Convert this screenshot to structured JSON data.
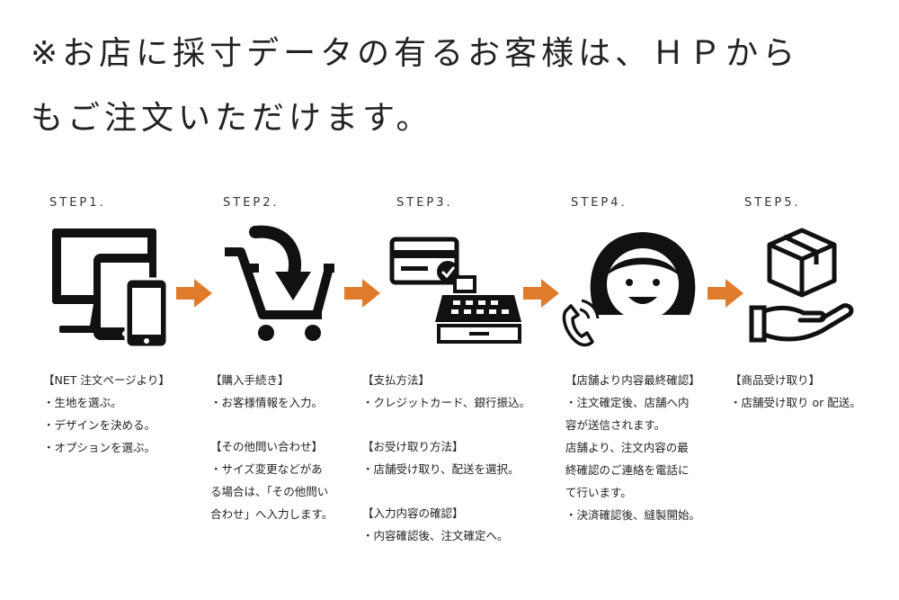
{
  "headline": {
    "line1": "※お店に採寸データの有るお客様は、ＨＰから",
    "line2": "もご注文いただけます。"
  },
  "accent_color": "#e07b2c",
  "steps": [
    {
      "label": "STEP1.",
      "icon": "devices-icon",
      "groups": [
        {
          "lines": [
            "【NET 注文ページより】",
            "・生地を選ぶ。",
            "・デザインを決める。",
            "・オプションを選ぶ。"
          ]
        }
      ]
    },
    {
      "label": "STEP2.",
      "icon": "shopping-cart-icon",
      "groups": [
        {
          "lines": [
            "【購入手続き】",
            "・お客様情報を入力。"
          ]
        },
        {
          "lines": [
            "【その他問い合わせ】",
            "・サイズ変更などがあ",
            "る場合は、「その他問い",
            "合わせ」へ入力します。"
          ]
        }
      ]
    },
    {
      "label": "STEP3.",
      "icon": "payment-register-icon",
      "groups": [
        {
          "lines": [
            "【支払方法】",
            "・クレジットカード、銀行振込。"
          ]
        },
        {
          "lines": [
            "【お受け取り方法】",
            "・店舗受け取り、配送を選択。"
          ]
        },
        {
          "lines": [
            "【入力内容の確認】",
            "・内容確認後、注文確定へ。"
          ]
        }
      ]
    },
    {
      "label": "STEP4.",
      "icon": "staff-phone-icon",
      "groups": [
        {
          "lines": [
            "【店舗より内容最終確認】",
            "・注文確定後、店舗へ内",
            "容が送信されます。",
            "店舗より、注文内容の最",
            "終確認のご連絡を電話に",
            "て行います。",
            "・決済確認後、縫製開始。"
          ]
        }
      ]
    },
    {
      "label": "STEP5.",
      "icon": "package-hand-icon",
      "groups": [
        {
          "lines": [
            "【商品受け取り】",
            "・店舗受け取り or 配送。"
          ]
        }
      ]
    }
  ]
}
